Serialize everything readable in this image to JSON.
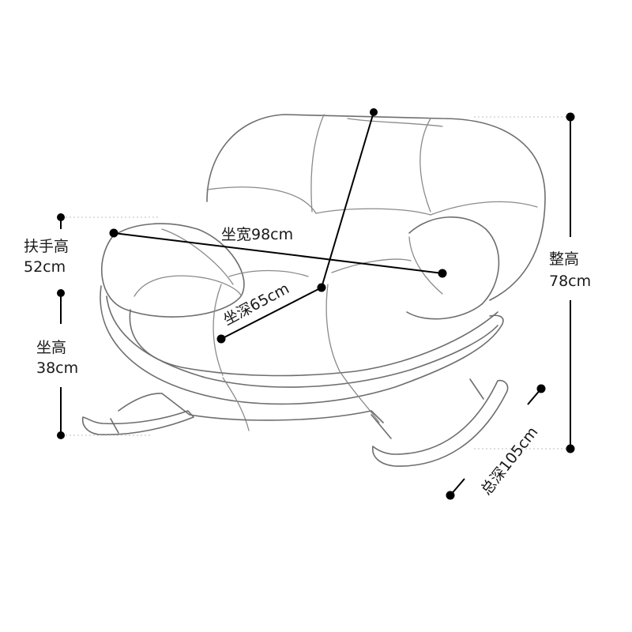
{
  "labels": {
    "armrest_height_name": "扶手高",
    "armrest_height_value": "52cm",
    "seat_height_name": "坐高",
    "seat_height_value": "38cm",
    "seat_width": "坐宽98cm",
    "seat_depth": "坐深65cm",
    "total_height_name": "整高",
    "total_height_value": "78cm",
    "total_depth": "总深105cm"
  }
}
